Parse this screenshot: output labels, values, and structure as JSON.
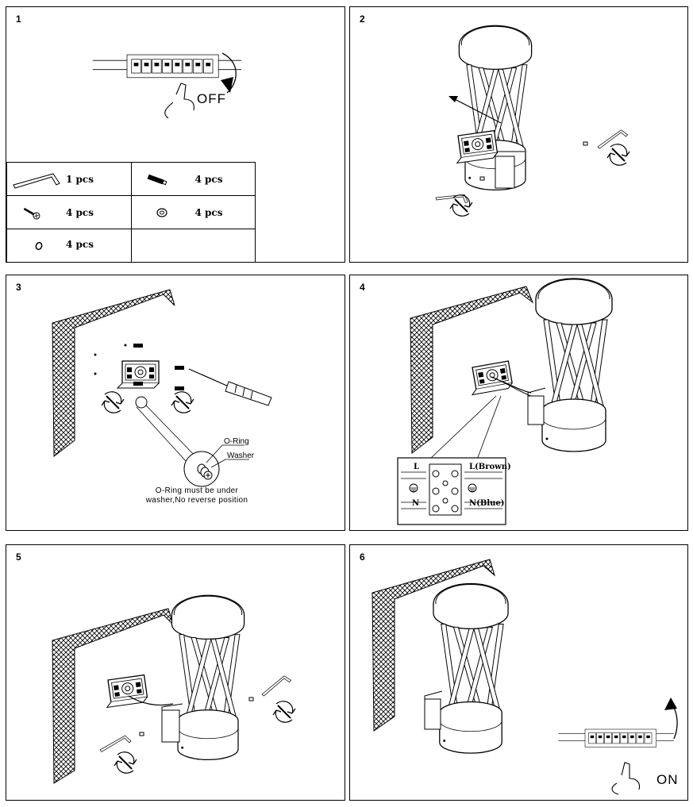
{
  "steps": [
    {
      "number": "1",
      "label": "OFF"
    },
    {
      "number": "2"
    },
    {
      "number": "3",
      "oring": "O-Ring",
      "washer": "Washer",
      "note_line1": "O-Ring must be under",
      "note_line2": "washer,No reverse position"
    },
    {
      "number": "4",
      "left_top": "L",
      "left_bottom": "N",
      "right_top": "L(Brown)",
      "right_bottom": "N(Blue)"
    },
    {
      "number": "5"
    },
    {
      "number": "6",
      "label": "ON"
    }
  ],
  "parts": [
    {
      "icon": "allen-key-icon",
      "qty": "1 pcs"
    },
    {
      "icon": "wall-plug-icon",
      "qty": "4 pcs"
    },
    {
      "icon": "screw-icon",
      "qty": "4 pcs"
    },
    {
      "icon": "washer-icon",
      "qty": "4 pcs"
    },
    {
      "icon": "o-ring-icon",
      "qty": "4 pcs"
    }
  ]
}
